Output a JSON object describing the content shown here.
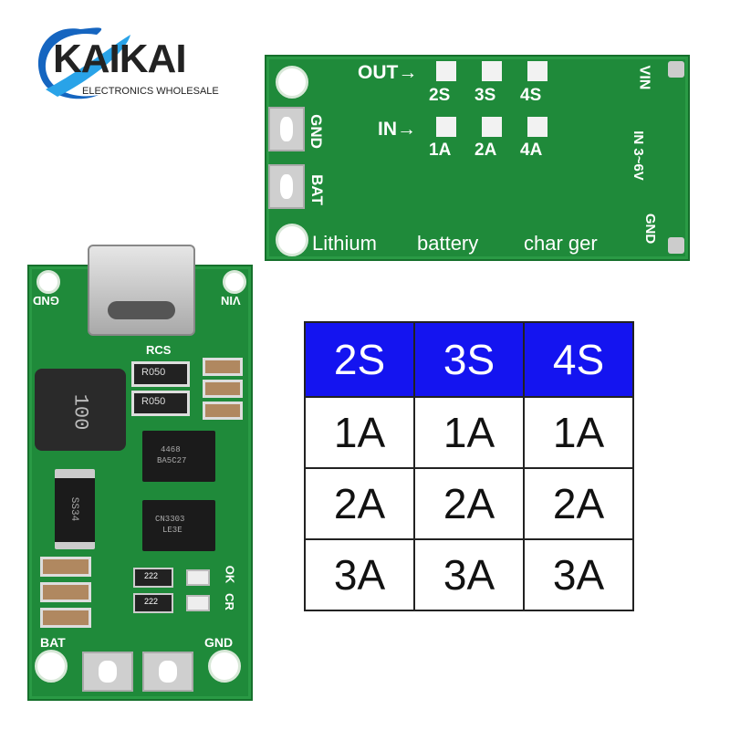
{
  "logo": {
    "brand": "KAIKAI",
    "tagline": "ELECTRONICS WHOLESALE",
    "colors": {
      "ring": "#1e88e5",
      "text": "#222222"
    }
  },
  "top_board": {
    "out_label": "OUT→",
    "in_label": "IN→",
    "out_options": [
      "2S",
      "3S",
      "4S"
    ],
    "in_options": [
      "1A",
      "2A",
      "4A"
    ],
    "left_labels": [
      "GND",
      "BAT"
    ],
    "right_labels": [
      "VIN",
      "IN 3~6V",
      "GND"
    ],
    "bottom_text": [
      "Lithium",
      "battery",
      "char ger"
    ]
  },
  "left_board": {
    "labels": {
      "gnd_top": "GND",
      "vin": "VIN",
      "rcs": "RCS",
      "bat": "BAT",
      "gnd_bottom": "GND",
      "ok": "OK",
      "cr": "CR"
    },
    "resistors": [
      "R050",
      "R050"
    ],
    "inductor": "100",
    "diode": "SS34",
    "chip1": [
      "4468",
      "BA5C27"
    ],
    "chip2": [
      "CN3303",
      "LE3E"
    ],
    "small_parts": [
      "222",
      "222"
    ]
  },
  "spec_table": {
    "header": [
      "2S",
      "3S",
      "4S"
    ],
    "rows": [
      [
        "1A",
        "1A",
        "1A"
      ],
      [
        "2A",
        "2A",
        "2A"
      ],
      [
        "3A",
        "3A",
        "3A"
      ]
    ],
    "colors": {
      "header_bg": "#1414f0",
      "header_text": "#ffffff"
    }
  }
}
